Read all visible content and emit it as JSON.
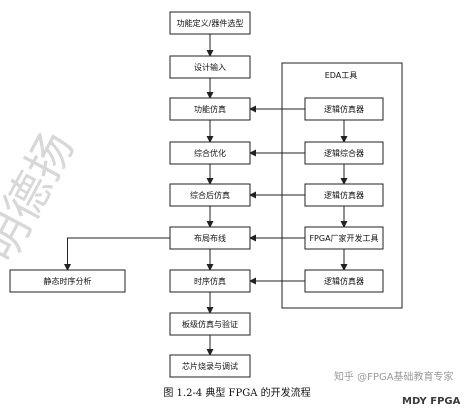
{
  "watermark": {
    "text": "明德扬"
  },
  "diagram": {
    "nodes": [
      {
        "id": "spec",
        "label": "功能定义/器件选型"
      },
      {
        "id": "design",
        "label": "设计输入"
      },
      {
        "id": "funcsim",
        "label": "功能仿真"
      },
      {
        "id": "synth",
        "label": "综合优化"
      },
      {
        "id": "postsynth",
        "label": "综合后仿真"
      },
      {
        "id": "pnr",
        "label": "布局布线"
      },
      {
        "id": "sta",
        "label": "静态时序分析"
      },
      {
        "id": "timingsim",
        "label": "时序仿真"
      },
      {
        "id": "boardsim",
        "label": "板级仿真与验证"
      },
      {
        "id": "debug",
        "label": "芯片烧录与调试"
      },
      {
        "id": "eda",
        "label": "EDA工具"
      },
      {
        "id": "logicsim1",
        "label": "逻辑仿真器"
      },
      {
        "id": "logicsynth",
        "label": "逻辑综合器"
      },
      {
        "id": "logicsim2",
        "label": "逻辑仿真器"
      },
      {
        "id": "vendor",
        "label": "FPGA厂家开发工具"
      },
      {
        "id": "logicsim3",
        "label": "逻辑仿真器"
      }
    ],
    "edges": [
      {
        "from": "spec",
        "to": "design"
      },
      {
        "from": "design",
        "to": "funcsim"
      },
      {
        "from": "funcsim",
        "to": "synth"
      },
      {
        "from": "synth",
        "to": "postsynth"
      },
      {
        "from": "postsynth",
        "to": "pnr"
      },
      {
        "from": "pnr",
        "to": "timingsim"
      },
      {
        "from": "pnr",
        "to": "sta"
      },
      {
        "from": "timingsim",
        "to": "boardsim"
      },
      {
        "from": "boardsim",
        "to": "debug"
      },
      {
        "from": "logicsim1",
        "to": "funcsim"
      },
      {
        "from": "logicsynth",
        "to": "synth"
      },
      {
        "from": "logicsim2",
        "to": "postsynth"
      },
      {
        "from": "vendor",
        "to": "pnr"
      },
      {
        "from": "logicsim3",
        "to": "timingsim"
      },
      {
        "from": "logicsim1",
        "to": "logicsynth"
      },
      {
        "from": "logicsynth",
        "to": "logicsim2"
      },
      {
        "from": "logicsim2",
        "to": "vendor"
      },
      {
        "from": "vendor",
        "to": "logicsim3"
      }
    ]
  },
  "caption": {
    "text": "图 1.2-4 典型 FPGA 的开发流程"
  },
  "credit": {
    "text": "知乎 @FPGA基础教育专家"
  },
  "brand": {
    "text": "MDY FPGA"
  }
}
